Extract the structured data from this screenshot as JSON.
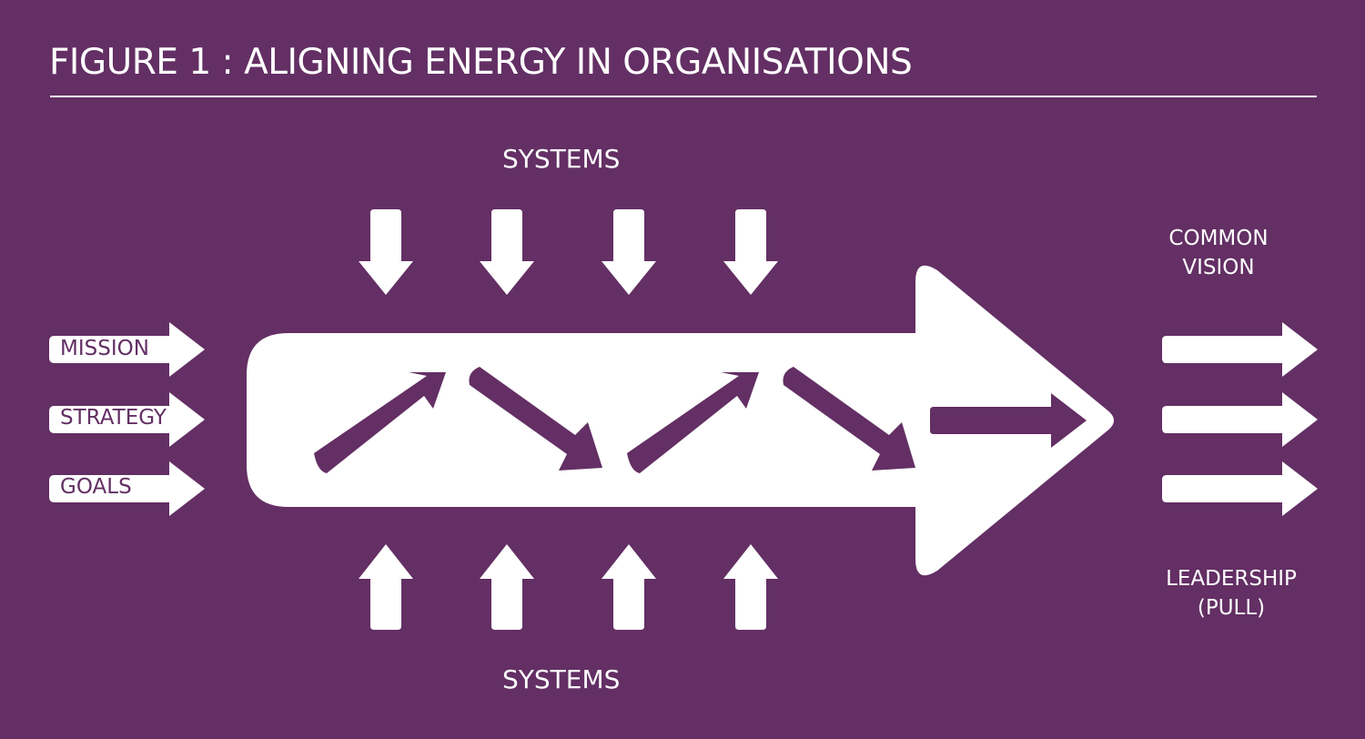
{
  "title": "FIGURE 1 : ALIGNING ENERGY IN ORGANISATIONS",
  "top_label": "SYSTEMS",
  "bottom_label": "SYSTEMS",
  "inputs": [
    "MISSION",
    "STRATEGY",
    "GOALS"
  ],
  "outputs": {
    "common_vision": [
      "COMMON",
      "VISION"
    ],
    "leadership": [
      "LEADERSHIP",
      "(PULL)"
    ]
  },
  "colors": {
    "background": "#632f64",
    "foreground": "#ffffff"
  }
}
